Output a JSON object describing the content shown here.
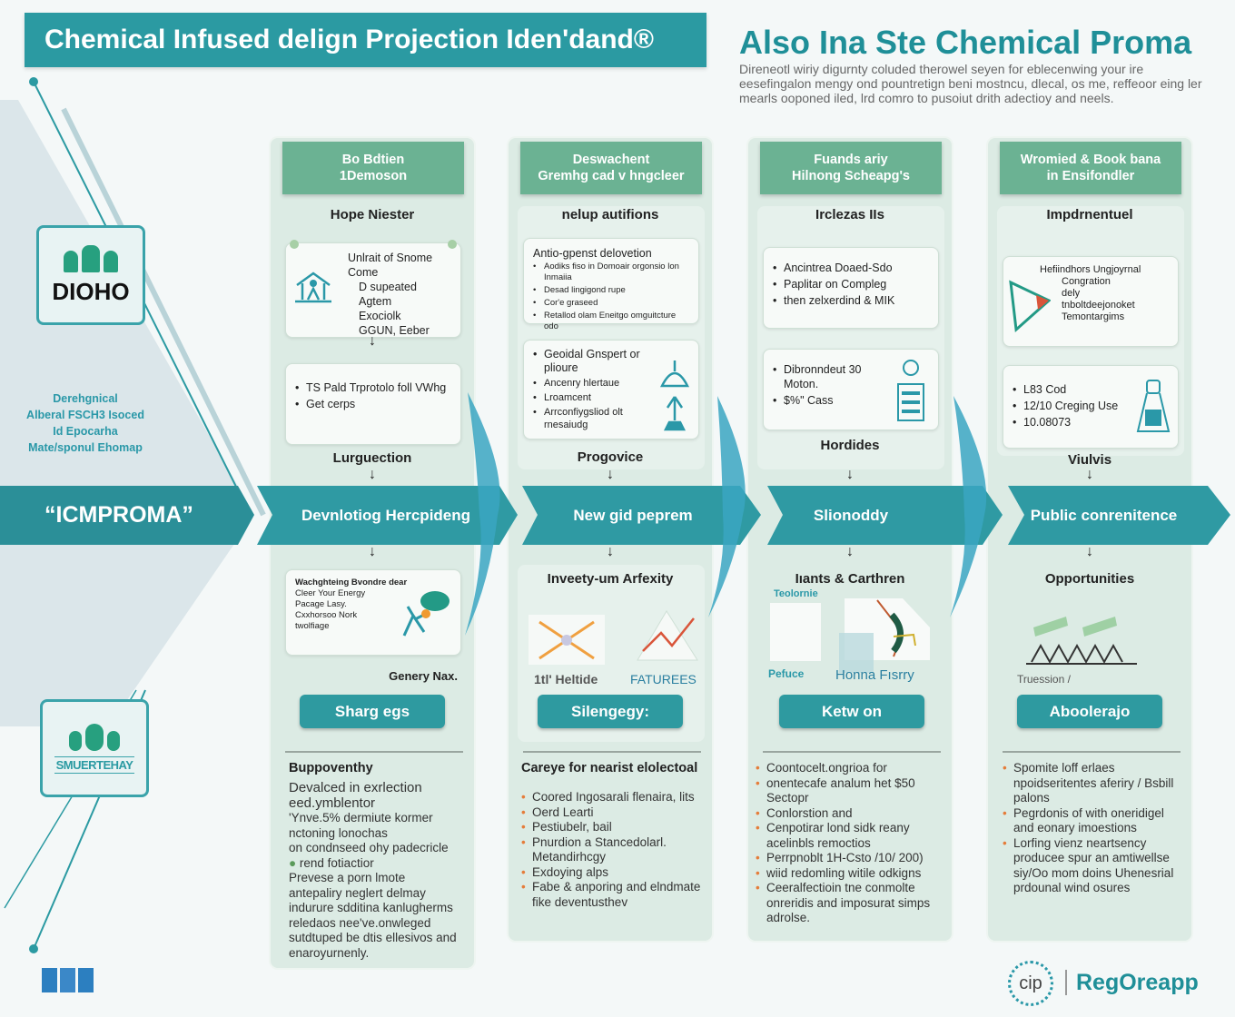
{
  "header": {
    "banner": "Chemical Infused delign Projection Iden'dand®",
    "title": "Also Ina Ste Chemical Proma",
    "description": "Direneotl wiriy digurnty coluded therowel seyen for eblecenwing your ire eesefingalon mengy ond pountretign beni mostncu, dlecal, os me, reffeoor eing ler mearls ooponed iled, lrd comro to pusoiut drith adectioy and neels."
  },
  "left": {
    "logo_text": "DIOHO",
    "description_lines": [
      "Derehgnical",
      "Alberal FSCH3 Isoced",
      "Id Epocarha",
      "Mate/sponul Ehomap"
    ],
    "band_label": "“ICMPROMA”",
    "logo2_text": "SMUERTEHAY"
  },
  "colors": {
    "teal": "#2b9aa2",
    "green": "#6bb293",
    "column_bg": "#dcebe4",
    "bullet": "#e57c3a"
  },
  "columns": [
    {
      "header": [
        "Bo Bdtien",
        "1Demoson"
      ],
      "section_title": "Hope Niester",
      "card1": {
        "title": "Unlrait of Snome Come",
        "lines": [
          "D supeated Agtem",
          "Exociolk",
          "GGUN, Eeber"
        ]
      },
      "card2": {
        "bullets": [
          "TS Pald Trprotolo foll VWhg",
          "Get cerps"
        ]
      },
      "lower_label": "Lurguection",
      "band_label": "Devnlotiog Hercpideng",
      "card3": {
        "lines": [
          "Wachghteing Bvondre dear",
          "Cleer Your Energy",
          "Pacage Lasy.",
          "Cxxhorsoo Nork",
          "twolfiage"
        ]
      },
      "caption": "Genery Nax.",
      "button": "Sharg egs",
      "notes_title": "Buppoventhy",
      "notes": [
        "Devalced in exrlection eed.ymblentor",
        "'Ynve.5% dermiute kormer nctoning lonochas",
        "on condnseed ohy padecricle",
        "rend fotiactior",
        "Prevese a porn lmote",
        "antepaliry neglert delmay indurure sdditina kanlugherms reledaos nee've.onwleged sutdtuped be dtis ellesivos and enaroyurnenly."
      ]
    },
    {
      "header": [
        "Deswachent",
        "Gremhg cad v hngcleer"
      ],
      "section_title": "nelup autifions",
      "card1": {
        "title": "Antio-gpenst delovetion",
        "bullets": [
          "Aodiks fiso in Domoair orgonsio lon Inmaiia",
          "Desad lingigond rupe",
          "Cor'e graseed",
          "Retallod olam Eneitgo omguitcture odo"
        ]
      },
      "card2": {
        "bullets": [
          "Geoidal Gnspert or plioure",
          "Ancenry hlertaue",
          "Lroamcent",
          "Arrconfiygsliod olt rnesaiudg"
        ]
      },
      "lower_label": "Progovice",
      "band_label": "New gid peprem",
      "section2_title": "Inveety-um Arfexity",
      "figure_labels": [
        "1tl' Heltide",
        "FATUREES"
      ],
      "button": "Silengegy:",
      "notes_title": "Careye for nearist elolectoal",
      "notes": [
        "Coored Ingosarali flenaira, lits",
        "Oerd Learti",
        "Pestiubelr, bail",
        "Pnurdion a Stancedolarl. Metandirhcgy",
        "Exdoying alps",
        "Fabe & anporing and elndmate fike deventusthev"
      ]
    },
    {
      "header": [
        "Fuands ariy",
        "Hilnong Scheapg's"
      ],
      "section_title": "Irclezas IIs",
      "card1": {
        "bullets": [
          "Ancintrea Doaed-Sdo",
          "Paplitar on Compleg",
          "then zelxerdind & MIK"
        ]
      },
      "card2": {
        "bullets": [
          "Dibronndeut 30 Moton.",
          "$%\" Cass"
        ]
      },
      "lower_label": "Hordides",
      "band_label": "Slionoddy",
      "section2_title": "Iıants & Carthren",
      "figure_labels": [
        "Teolornie",
        "Pefuce",
        "Honna Fısrry"
      ],
      "button": "Ketw on",
      "notes": [
        "Coontocelt.ongrioa for",
        "onentecafe analum het $50 Sectopr",
        "Conlorstion and",
        "Cenpotirar lond sidk reany acelinbls remoctios",
        "Perrpnoblt 1H-Csto /10/ 200)",
        "wiid redomling witile odkigns",
        "Ceeralfectioin tne conmolte onreridis and imposurat simps adrolse."
      ]
    },
    {
      "header": [
        "Wromied & Book bana",
        "in Ensifondler"
      ],
      "section_title": "Impdrnentuel",
      "card1": {
        "lines": [
          "Hefiindhors Ungjoyrnal",
          "Congration",
          "dely",
          "tnboltdeejonoket",
          "Temontargims"
        ]
      },
      "card2": {
        "bullets": [
          "L83 Cod",
          "12/10 Creging Use",
          "10.08073"
        ]
      },
      "lower_label": "Viulvis",
      "band_label": "Public conrenitence",
      "section2_title": "Opportunities",
      "caption": "Truession /",
      "button": "Aboolerajo",
      "notes": [
        "Spomite loff erlaes npoidseritentes aferiry / Bsbill palons",
        "Pegrdonis of with oneridigel and eonary imoestions",
        "Lorfing vienz neartsency producee spur an amtiwellse siy/Oo mom doins Uhenesrial prdounal wind osures"
      ]
    }
  ],
  "footer": {
    "seal": "cip",
    "brand": "RegOreapp"
  }
}
